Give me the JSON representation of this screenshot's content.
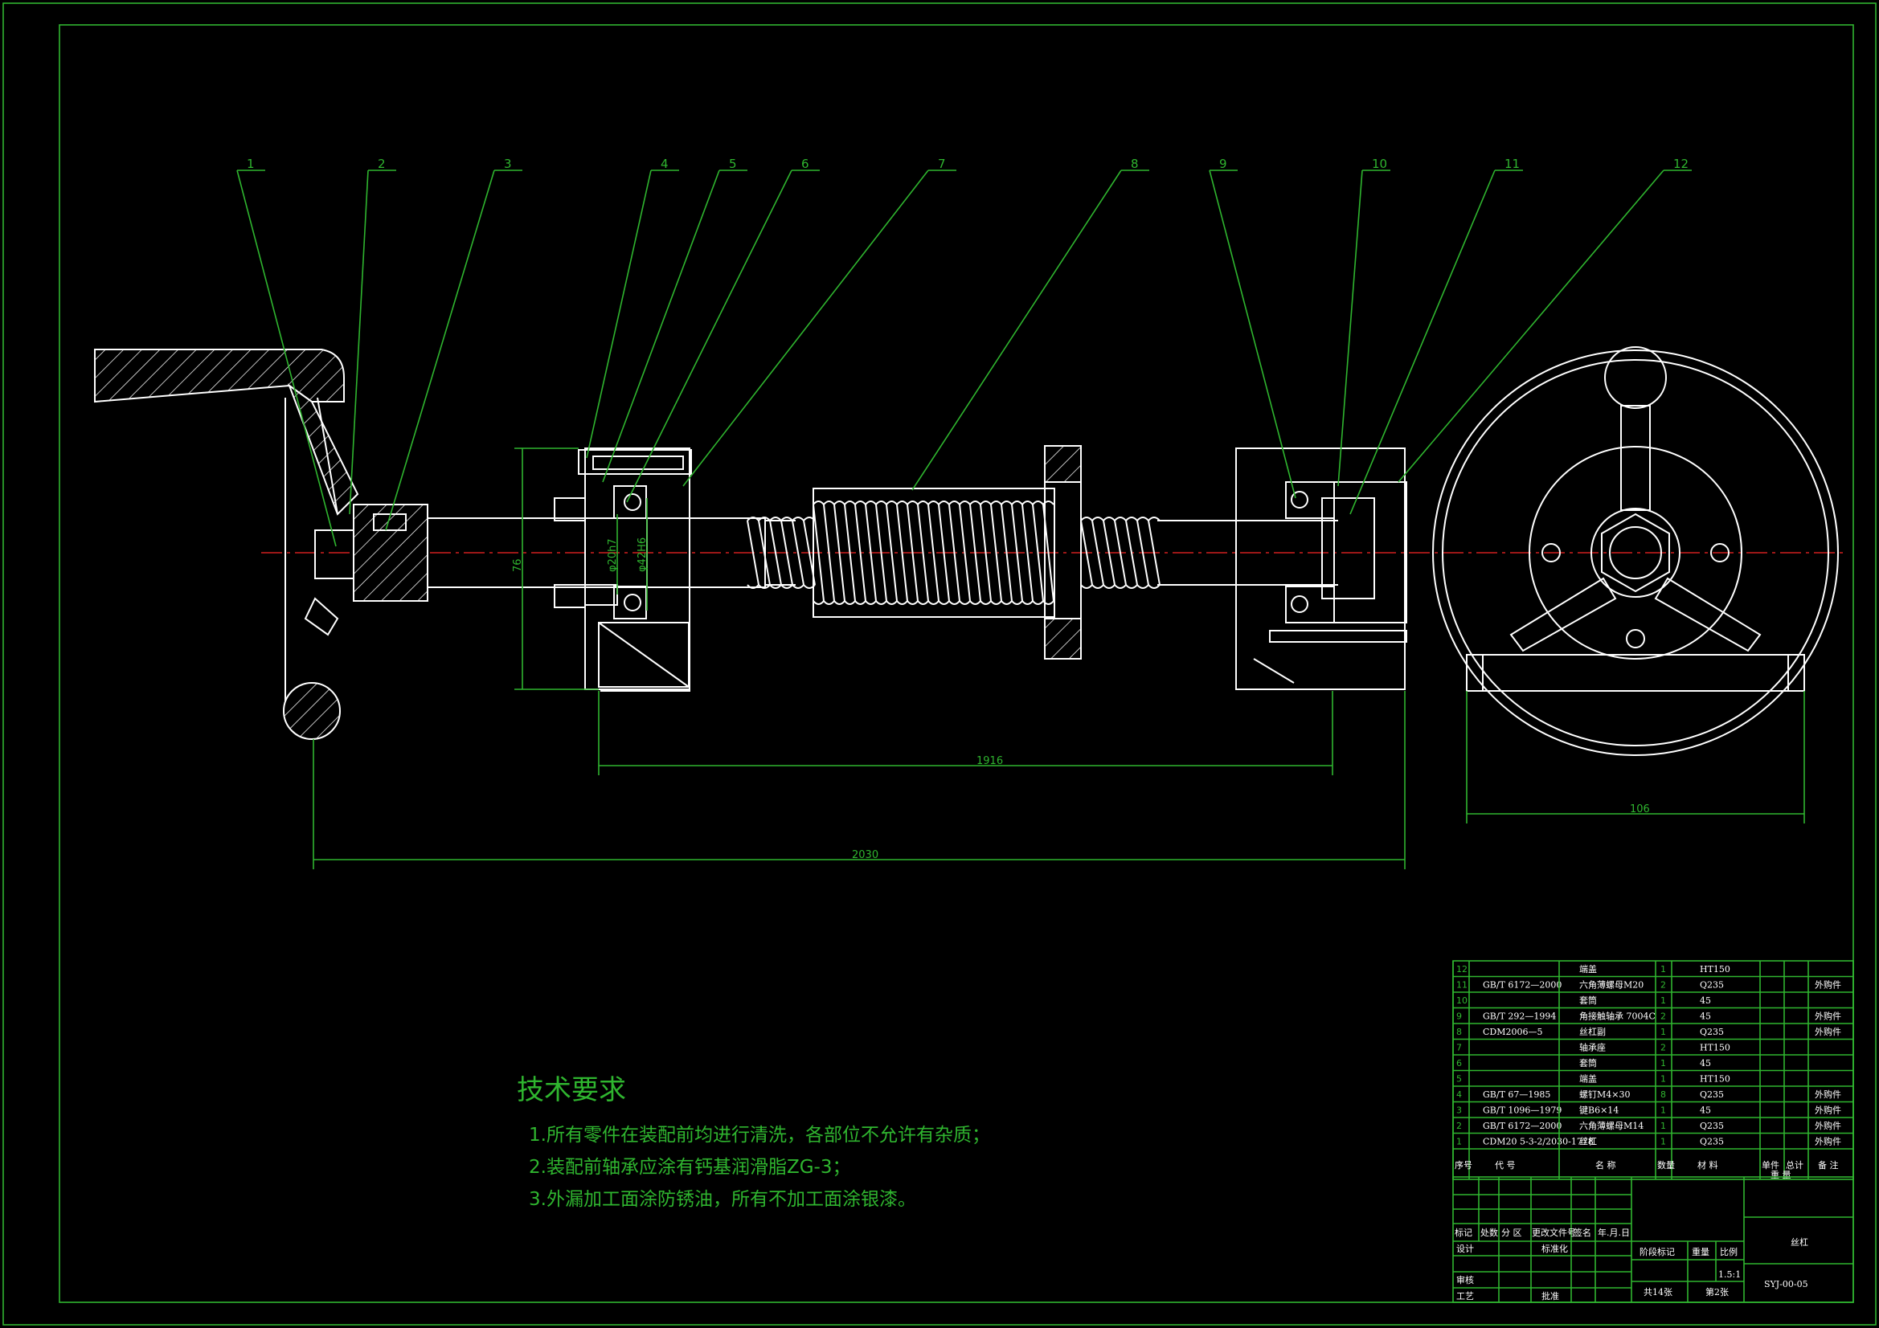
{
  "balloons": [
    "1",
    "2",
    "3",
    "4",
    "5",
    "6",
    "7",
    "8",
    "9",
    "10",
    "11",
    "12"
  ],
  "dimensions": {
    "length_inner": "1916",
    "length_total": "2030",
    "height_bearing": "76",
    "dia_shaft": "φ20h7",
    "dia_bearing": "φ42H6",
    "wheel_width": "106"
  },
  "notes": {
    "title": "技术要求",
    "items": [
      "1.所有零件在装配前均进行清洗，各部位不允许有杂质；",
      "2.装配前轴承应涂有钙基润滑脂ZG-3；",
      "3.外漏加工面涂防锈油，所有不加工面涂银漆。"
    ]
  },
  "bom": {
    "headers": {
      "index": "序号",
      "code": "代 号",
      "name": "名 称",
      "qty": "数量",
      "material": "材 料",
      "unit_weight": "单件",
      "total_weight": "总计",
      "weight": "重 量",
      "remarks": "备 注"
    },
    "rows": [
      {
        "no": "12",
        "code": "",
        "name": "端盖",
        "qty": "1",
        "material": "HT150",
        "remark": ""
      },
      {
        "no": "11",
        "code": "GB/T 6172—2000",
        "name": "六角薄螺母M20",
        "qty": "2",
        "material": "Q235",
        "remark": "外购件"
      },
      {
        "no": "10",
        "code": "",
        "name": "套筒",
        "qty": "1",
        "material": "45",
        "remark": ""
      },
      {
        "no": "9",
        "code": "GB/T 292—1994",
        "name": "角接触轴承 7004C",
        "qty": "2",
        "material": "45",
        "remark": "外购件"
      },
      {
        "no": "8",
        "code": "CDM2006—5",
        "name": "丝杠副",
        "qty": "1",
        "material": "Q235",
        "remark": "外购件"
      },
      {
        "no": "7",
        "code": "",
        "name": "轴承座",
        "qty": "2",
        "material": "HT150",
        "remark": ""
      },
      {
        "no": "6",
        "code": "",
        "name": "套筒",
        "qty": "1",
        "material": "45",
        "remark": ""
      },
      {
        "no": "5",
        "code": "",
        "name": "端盖",
        "qty": "1",
        "material": "HT150",
        "remark": ""
      },
      {
        "no": "4",
        "code": "GB/T 67—1985",
        "name": "螺钉M4×30",
        "qty": "8",
        "material": "Q235",
        "remark": "外购件"
      },
      {
        "no": "3",
        "code": "GB/T 1096—1979",
        "name": "键B6×14",
        "qty": "1",
        "material": "45",
        "remark": "外购件"
      },
      {
        "no": "2",
        "code": "GB/T 6172—2000",
        "name": "六角薄螺母M14",
        "qty": "1",
        "material": "Q235",
        "remark": "外购件"
      },
      {
        "no": "1",
        "code": "CDM20 5-3-2/2030-1778",
        "name": "丝杠",
        "qty": "1",
        "material": "Q235",
        "remark": "外购件"
      }
    ]
  },
  "titleblock": {
    "rev_headers": [
      "标记",
      "处数",
      "分 区",
      "更改文件号",
      "签名",
      "年.月.日"
    ],
    "design": "设计",
    "standard": "标准化",
    "review": "审核",
    "process": "工艺",
    "approve": "批准",
    "stage": "阶段标记",
    "weight": "重量",
    "scale_label": "比例",
    "scale": "1.5:1",
    "sheets_total": "共14张",
    "sheet_no": "第2张",
    "drawing_name": "丝杠",
    "drawing_no": "SYJ-00-05"
  },
  "colors": {
    "line": "#ffffff",
    "leader": "#2fb52f",
    "center": "#d11f1f",
    "background": "#000000"
  }
}
